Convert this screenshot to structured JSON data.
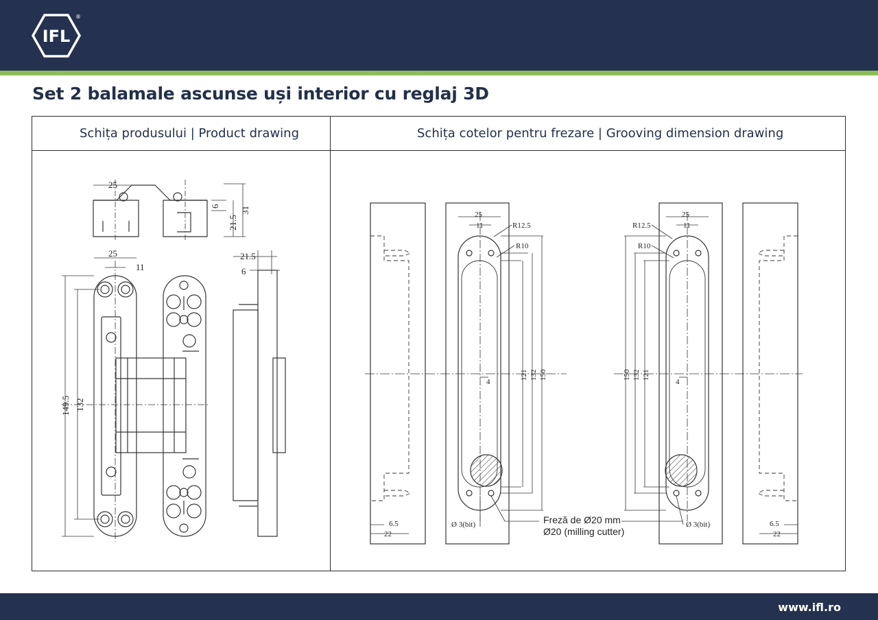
{
  "brand": {
    "logo_text": "IFL",
    "registered_mark": "®",
    "colors": {
      "navy": "#243250",
      "green": "#8fbc5a"
    }
  },
  "title": "Set 2 balamale ascunse uși interior cu reglaj 3D",
  "sections": {
    "product": {
      "heading": "Schița produsului | Product drawing"
    },
    "grooving": {
      "heading": "Schița cotelor pentru frezare | Grooving dimension drawing"
    }
  },
  "product_dims": {
    "top_width": "25",
    "top_height": "31",
    "top_depth": "21.5",
    "top_offset": "6",
    "front_width": "25",
    "hole_spacing": "11",
    "overall_length": "149.5",
    "hole_length": "132",
    "side_depth": "21.5",
    "side_offset": "6"
  },
  "groove_dims": {
    "width": "25",
    "hole_spacing": "11",
    "outer_radius": "R12.5",
    "inner_radius": "R10",
    "len_121": "121",
    "len_132": "132",
    "len_150": "150",
    "offset_4": "4",
    "bit": "Ø 3(bit)",
    "edge_65": "6.5",
    "edge_22": "22",
    "cutter_ro": "Freză de Ø20 mm",
    "cutter_en": "Ø20 (milling cutter)"
  },
  "footer": {
    "url": "www.ifl.ro"
  }
}
